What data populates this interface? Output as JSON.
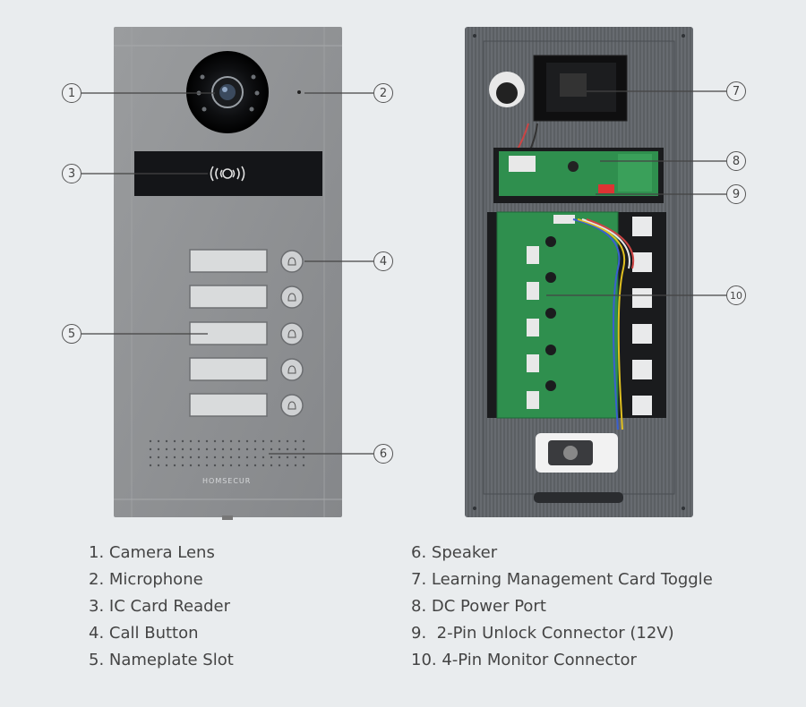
{
  "brand": "HOMSECUR",
  "callouts": [
    "1",
    "2",
    "3",
    "4",
    "5",
    "6",
    "7",
    "8",
    "9",
    "10"
  ],
  "legend_left": [
    "1. Camera Lens",
    "2. Microphone",
    "3. IC Card Reader",
    "4. Call Button",
    "5. Nameplate Slot"
  ],
  "legend_right": [
    "6. Speaker",
    "7. Learning Management Card Toggle",
    "8. DC Power Port",
    "9.  2-Pin Unlock Connector (12V)",
    "10. 4-Pin Monitor Connector"
  ],
  "colors": {
    "background": "#e9ecee",
    "front_panel": "#8f9193",
    "back_panel": "#606468",
    "pcb": "#2f8f4e"
  }
}
